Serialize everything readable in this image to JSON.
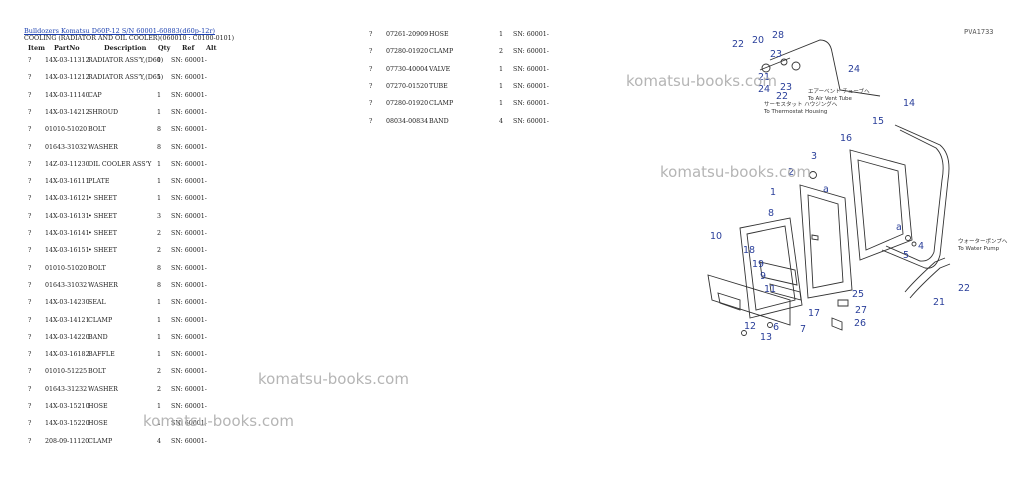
{
  "breadcrumb": "Bulldozers Komatsu D60P-12 S/N 60001-60883(d60p-12r)",
  "subtitle": "COOLING (RADIATOR AND OIL COOLER)(060010 : C0100-0101)",
  "headers": {
    "item": "Item",
    "partno": "PartNo",
    "description": "Description",
    "qty": "Qty",
    "ref": "Ref",
    "alt": "Alt"
  },
  "rows_left": [
    {
      "item": "?",
      "partno": "14X-03-11312",
      "desc": "RADIATOR ASS'Y,(D60)",
      "qty": "1",
      "ref": "SN: 60001-"
    },
    {
      "item": "?",
      "partno": "14X-03-11212",
      "desc": "RADIATOR ASS'Y,(D65)",
      "qty": "1",
      "ref": "SN: 60001-"
    },
    {
      "item": "?",
      "partno": "14X-03-11140",
      "desc": "CAP",
      "qty": "1",
      "ref": "SN: 60001-"
    },
    {
      "item": "?",
      "partno": "14X-03-14212",
      "desc": "SHROUD",
      "qty": "1",
      "ref": "SN: 60001-"
    },
    {
      "item": "?",
      "partno": "01010-51020",
      "desc": "BOLT",
      "qty": "8",
      "ref": "SN: 60001-"
    },
    {
      "item": "?",
      "partno": "01643-31032",
      "desc": "WASHER",
      "qty": "8",
      "ref": "SN: 60001-"
    },
    {
      "item": "?",
      "partno": "14Z-03-11230",
      "desc": "OIL COOLER ASS'Y",
      "qty": "1",
      "ref": "SN: 60001-"
    },
    {
      "item": "?",
      "partno": "14X-03-16111",
      "desc": "PLATE",
      "qty": "1",
      "ref": "SN: 60001-"
    },
    {
      "item": "?",
      "partno": "14X-03-16121",
      "desc": "• SHEET",
      "qty": "1",
      "ref": "SN: 60001-"
    },
    {
      "item": "?",
      "partno": "14X-03-16131",
      "desc": "• SHEET",
      "qty": "3",
      "ref": "SN: 60001-"
    },
    {
      "item": "?",
      "partno": "14X-03-16141",
      "desc": "• SHEET",
      "qty": "2",
      "ref": "SN: 60001-"
    },
    {
      "item": "?",
      "partno": "14X-03-16151",
      "desc": "• SHEET",
      "qty": "2",
      "ref": "SN: 60001-"
    },
    {
      "item": "?",
      "partno": "01010-51020",
      "desc": "BOLT",
      "qty": "8",
      "ref": "SN: 60001-"
    },
    {
      "item": "?",
      "partno": "01643-31032",
      "desc": "WASHER",
      "qty": "8",
      "ref": "SN: 60001-"
    },
    {
      "item": "?",
      "partno": "14X-03-14230",
      "desc": "SEAL",
      "qty": "1",
      "ref": "SN: 60001-"
    },
    {
      "item": "?",
      "partno": "14X-03-14121",
      "desc": "CLAMP",
      "qty": "1",
      "ref": "SN: 60001-"
    },
    {
      "item": "?",
      "partno": "14X-03-14220",
      "desc": "BAND",
      "qty": "1",
      "ref": "SN: 60001-"
    },
    {
      "item": "?",
      "partno": "14X-03-16182",
      "desc": "BAFFLE",
      "qty": "1",
      "ref": "SN: 60001-"
    },
    {
      "item": "?",
      "partno": "01010-51225",
      "desc": "BOLT",
      "qty": "2",
      "ref": "SN: 60001-"
    },
    {
      "item": "?",
      "partno": "01643-31232",
      "desc": "WASHER",
      "qty": "2",
      "ref": "SN: 60001-"
    },
    {
      "item": "?",
      "partno": "14X-03-15210",
      "desc": "HOSE",
      "qty": "1",
      "ref": "SN: 60001-"
    },
    {
      "item": "?",
      "partno": "14X-03-15220",
      "desc": "HOSE",
      "qty": "1",
      "ref": "SN: 60001-"
    },
    {
      "item": "?",
      "partno": "208-09-11120",
      "desc": "CLAMP",
      "qty": "4",
      "ref": "SN: 60001-"
    }
  ],
  "rows_right": [
    {
      "item": "?",
      "partno": "07261-20909",
      "desc": "HOSE",
      "qty": "1",
      "ref": "SN: 60001-"
    },
    {
      "item": "?",
      "partno": "07280-01920",
      "desc": "CLAMP",
      "qty": "2",
      "ref": "SN: 60001-"
    },
    {
      "item": "?",
      "partno": "07730-40004",
      "desc": "VALVE",
      "qty": "1",
      "ref": "SN: 60001-"
    },
    {
      "item": "?",
      "partno": "07270-01520",
      "desc": "TUBE",
      "qty": "1",
      "ref": "SN: 60001-"
    },
    {
      "item": "?",
      "partno": "07280-01920",
      "desc": "CLAMP",
      "qty": "1",
      "ref": "SN: 60001-"
    },
    {
      "item": "?",
      "partno": "08034-00834",
      "desc": "BAND",
      "qty": "4",
      "ref": "SN: 60001-"
    }
  ],
  "watermarks": [
    "komatsu-books.com",
    "komatsu-books.com",
    "komatsu-books.com",
    "komatsu-books.com"
  ],
  "diagram": {
    "code": "PVA1733",
    "air_vent_jp": "エアーベント チューブへ",
    "air_vent_en": "To Air Vent Tube",
    "thermostat_jp": "サーモスタット ハウジングへ",
    "thermostat_en": "To Thermostat Housing",
    "water_pump_jp": "ウォーターポンプへ",
    "water_pump_en": "To Water Pump",
    "callouts": [
      "22",
      "20",
      "28",
      "23",
      "21",
      "24",
      "24",
      "23",
      "22",
      "14",
      "15",
      "16",
      "3",
      "2",
      "a",
      "1",
      "8",
      "10",
      "18",
      "19",
      "9",
      "11",
      "a",
      "4",
      "5",
      "21",
      "22",
      "25",
      "27",
      "26",
      "17",
      "7",
      "12",
      "6",
      "13"
    ]
  },
  "colors": {
    "link": "#1a3fb0",
    "callout": "#2a3f9a",
    "watermark": "#b5b5b5"
  }
}
